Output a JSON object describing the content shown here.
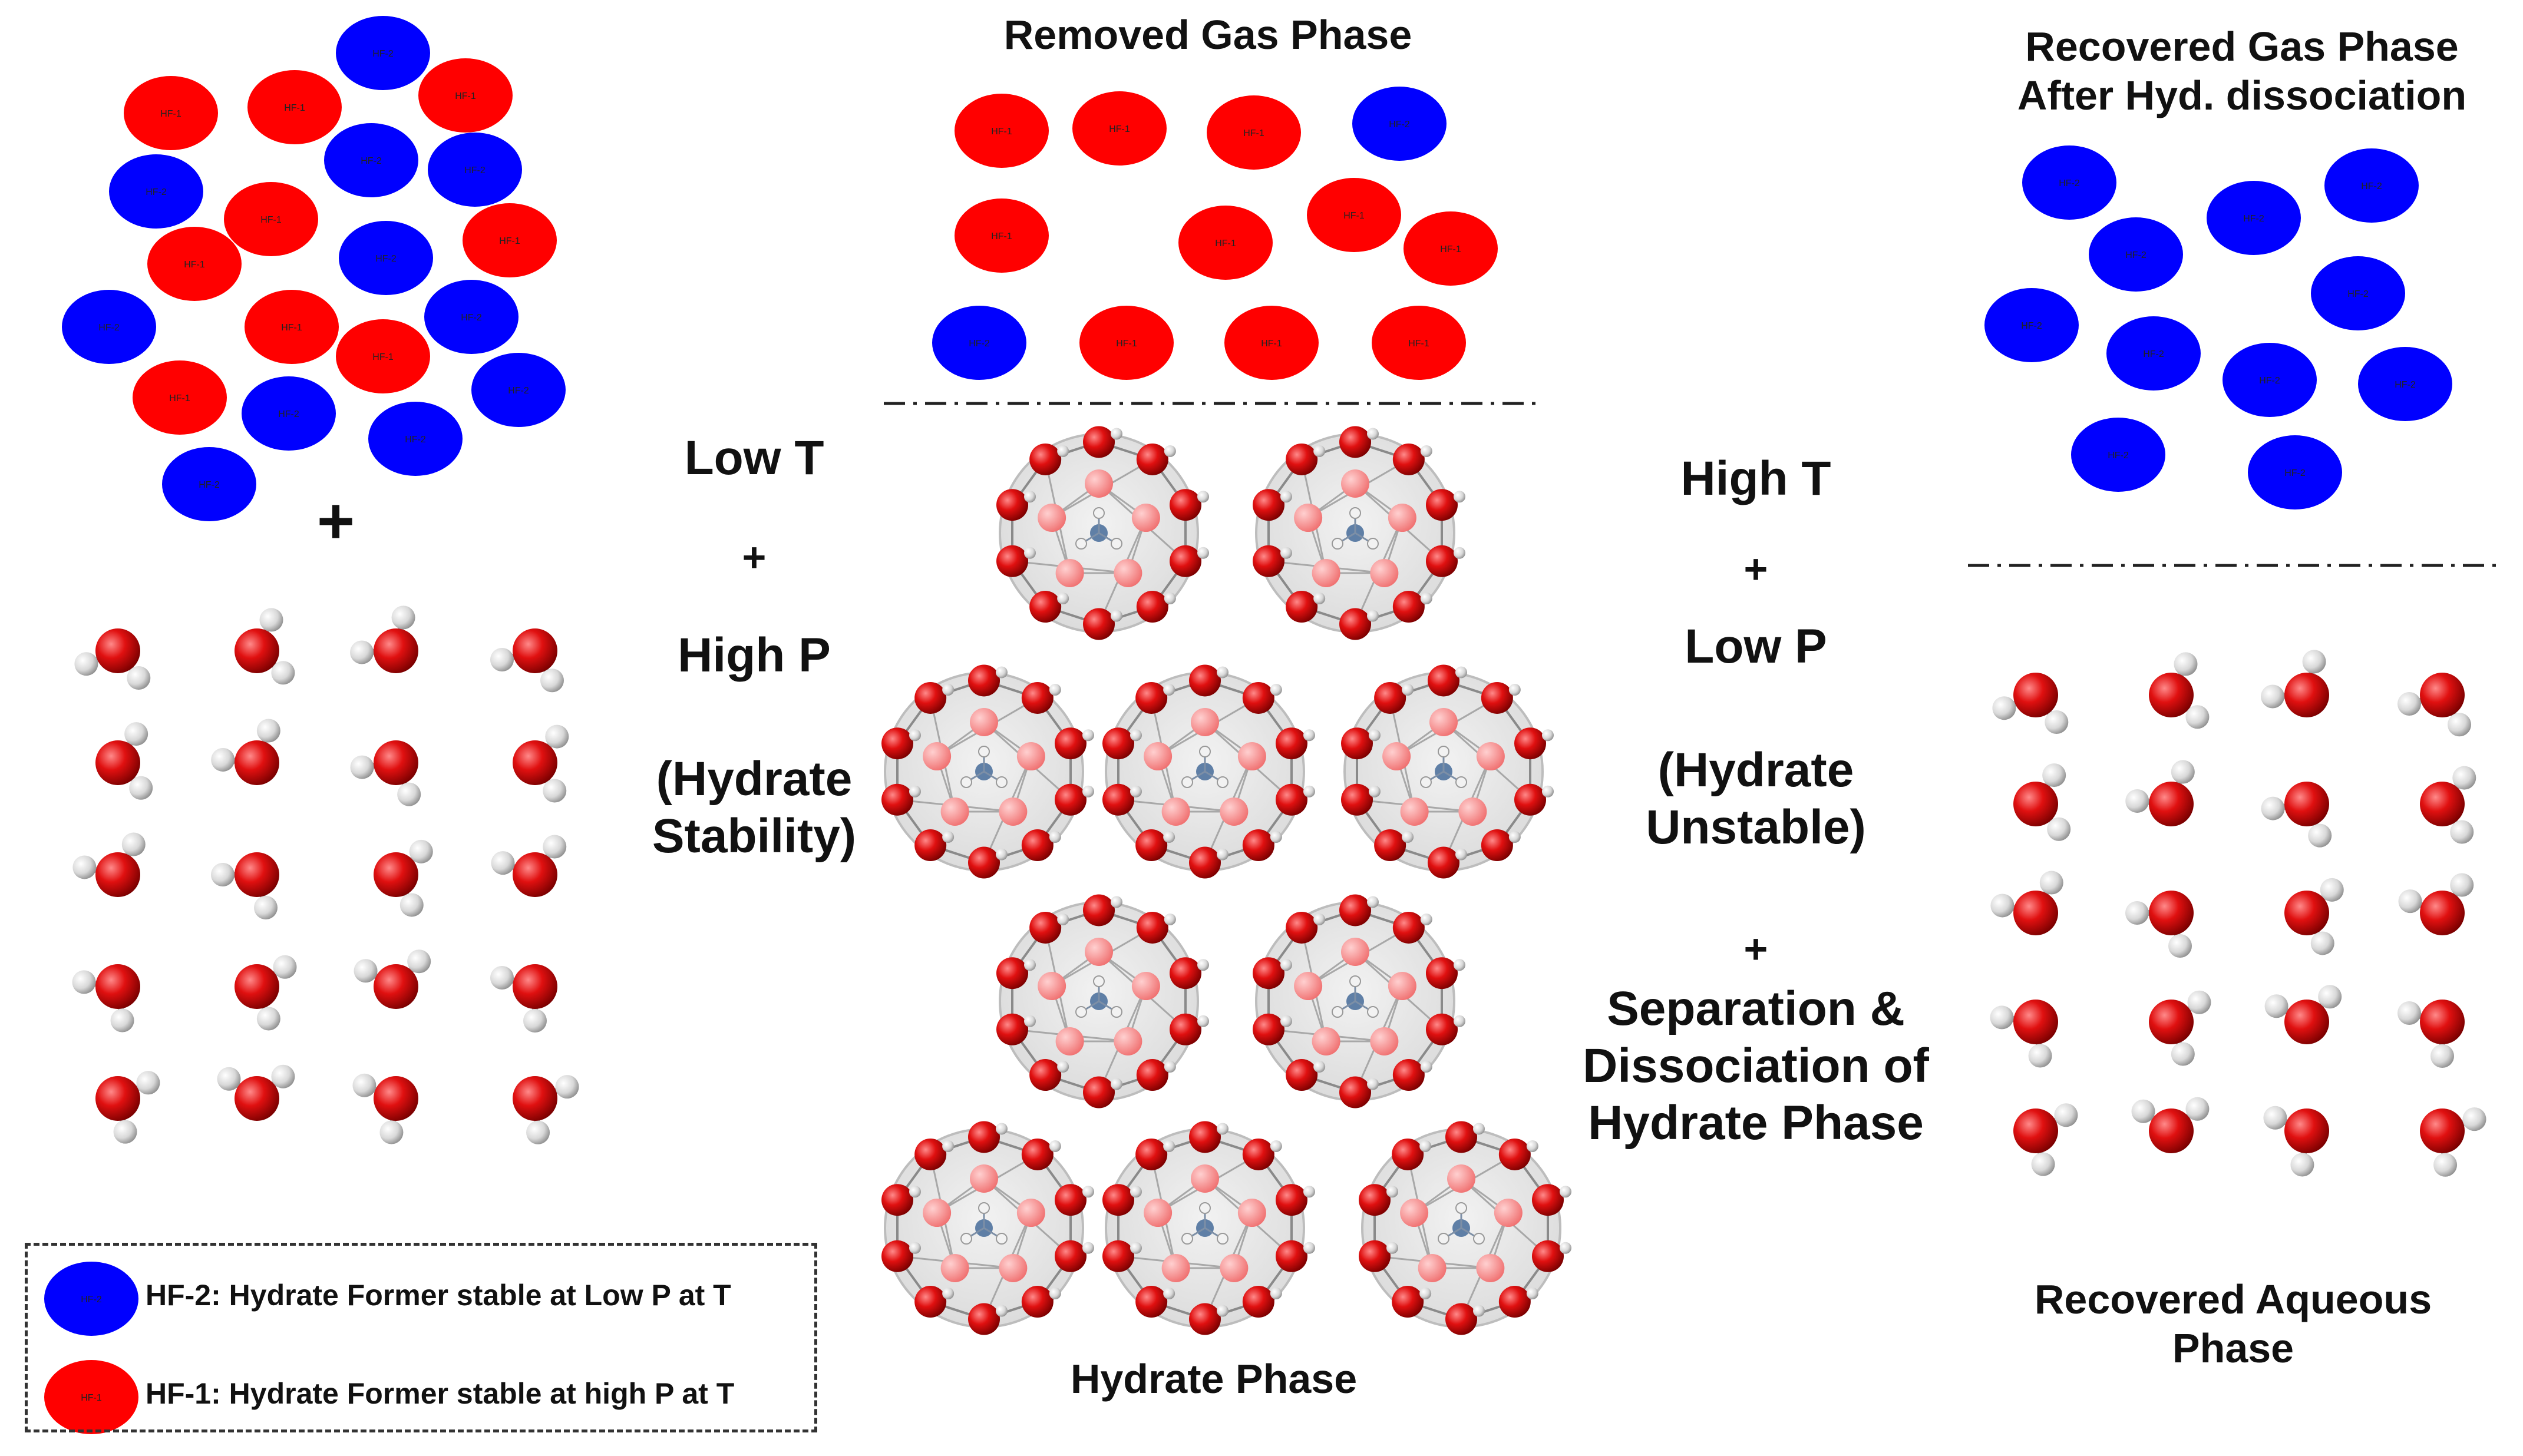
{
  "labels": {
    "removed_gas": "Removed Gas Phase",
    "recovered_gas_line1": "Recovered Gas Phase",
    "recovered_gas_line2": "After Hyd. dissociation",
    "plus_feed": "+",
    "low_t": "Low T",
    "plus_1": "+",
    "high_p": "High P",
    "hydrate_stability_1": "(Hydrate",
    "hydrate_stability_2": "Stability)",
    "high_t": "High T",
    "plus_2": "+",
    "low_p": "Low P",
    "hydrate_unstable_1": "(Hydrate",
    "hydrate_unstable_2": "Unstable)",
    "plus_3": "+",
    "separation_1": "Separation &",
    "separation_2": "Dissociation of",
    "separation_3": "Hydrate Phase",
    "hydrate_phase": "Hydrate Phase",
    "recovered_aqueous_1": "Recovered Aqueous",
    "recovered_aqueous_2": "Phase"
  },
  "legend": {
    "hf2_text": "HF-2: Hydrate Former stable at Low P at T",
    "hf1_text": "HF-1: Hydrate Former stable at high P at T",
    "hf2_tag": "HF-2",
    "hf1_tag": "HF-1"
  },
  "colors": {
    "hf1": "#ff0000",
    "hf2": "#0000ff",
    "oxygen": "#cc0000",
    "hydrogen": "#d9d9d9",
    "cage": "#bdbdbd"
  }
}
